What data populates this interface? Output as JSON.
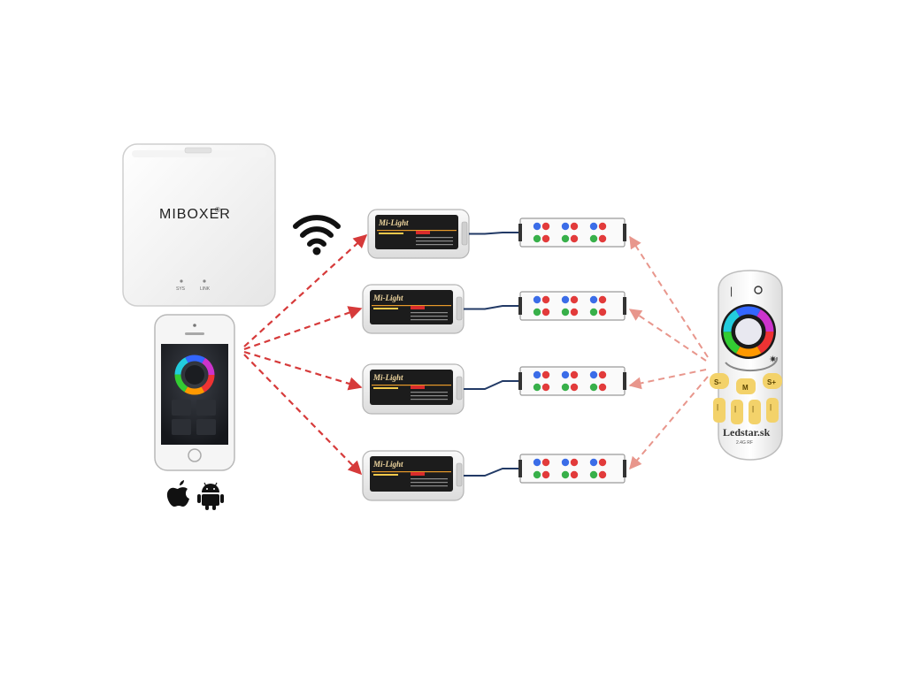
{
  "gateway": {
    "brand": "MIBOXER",
    "brand_mark": "®",
    "led_labels": [
      "SYS",
      "LINK"
    ]
  },
  "wifi_icon": "wifi-icon",
  "platform_icons": [
    "apple-icon",
    "android-icon"
  ],
  "controllers": [
    {
      "brand": "Mi-Light"
    },
    {
      "brand": "Mi-Light"
    },
    {
      "brand": "Mi-Light"
    },
    {
      "brand": "Mi-Light"
    }
  ],
  "led_strips_count": 4,
  "remote": {
    "buttons": [
      "S-",
      "M",
      "S+"
    ],
    "brand": "Ledstar.sk",
    "band": "2.4G RF"
  },
  "colors": {
    "arrow_red": "#d63a3a",
    "arrow_pink": "#e8968c",
    "remote_yellow": "#f3d26a",
    "cable": "#223a66"
  }
}
